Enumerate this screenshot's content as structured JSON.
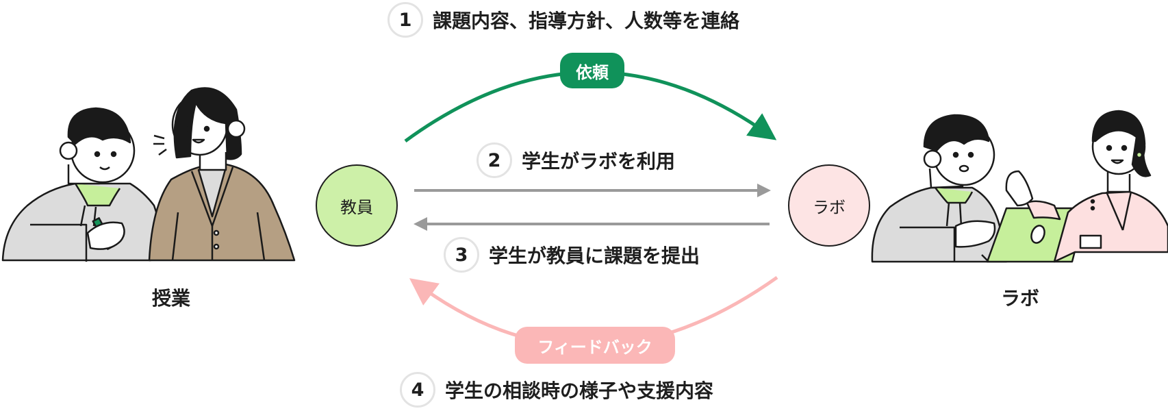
{
  "steps": [
    {
      "number": "1",
      "text": "課題内容、指導方針、人数等を連絡"
    },
    {
      "number": "2",
      "text": "学生がラボを利用"
    },
    {
      "number": "3",
      "text": "学生が教員に課題を提出"
    },
    {
      "number": "4",
      "text": "学生の相談時の様子や支援内容"
    }
  ],
  "nodes": {
    "teacher": {
      "label": "教員",
      "fill": "#cdf0a8"
    },
    "lab": {
      "label": "ラボ",
      "fill": "#fde4e4"
    }
  },
  "badges": {
    "request": {
      "label": "依頼",
      "color": "#10925a"
    },
    "feedback": {
      "label": "フィードバック",
      "color": "#fbb7b7"
    }
  },
  "arrows": {
    "gray": "#9a9a9a"
  },
  "captions": {
    "left": "授業",
    "right": "ラボ"
  },
  "illustration_colors": {
    "hoodie": "#dcdcdc",
    "jacket": "#b59f83",
    "laptop": "#c6ef9b",
    "pink_top": "#fde0e0",
    "pencil": "#17935a",
    "ink": "#1a1a1a"
  }
}
